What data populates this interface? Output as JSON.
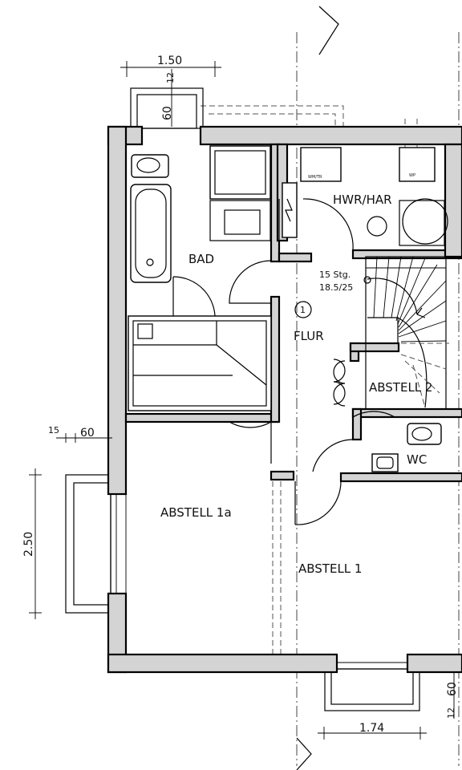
{
  "rooms": {
    "bad": "BAD",
    "hwr": "HWR/HAR",
    "flur": "FLUR",
    "abstell2": "ABSTELL 2",
    "wc": "WC",
    "abstell1a": "ABSTELL 1a",
    "abstell1": "ABSTELL 1"
  },
  "stairs": {
    "steps": "15 Stg.",
    "ratio": "18.5/25",
    "marker": "1"
  },
  "appliances": {
    "washer_dryer": "WM/TR",
    "wp": "WP"
  },
  "dimensions": {
    "top_width": "1.50",
    "top_wall": "12",
    "top_depth": "60",
    "left_wall": "15",
    "left_depth": "60",
    "left_height": "2.50",
    "bottom_width": "1.74",
    "bottom_depth": "60",
    "bottom_wall": "12"
  }
}
